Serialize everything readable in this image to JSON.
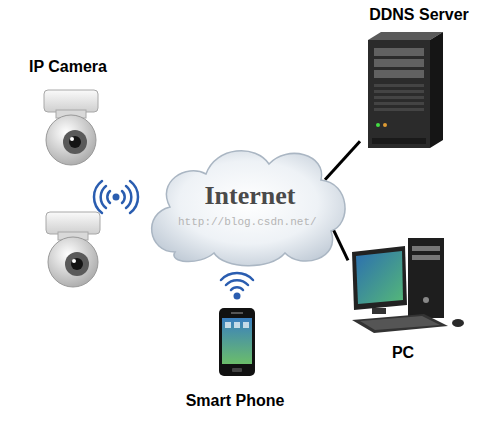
{
  "diagram": {
    "nodes": [
      {
        "text": [
          "IP Camera"
        ]
      },
      {
        "text": [
          "Internet"
        ]
      },
      {
        "text": [
          "DDNS Server"
        ]
      },
      {
        "text": [
          "PC"
        ]
      },
      {
        "text": [
          "Smart Phone"
        ]
      }
    ],
    "edges": [
      {
        "from": 1,
        "to": 2,
        "arrow": "none"
      },
      {
        "from": 1,
        "to": 3,
        "arrow": "none"
      }
    ],
    "labels": [
      "http://blog.csdn.net/"
    ]
  }
}
